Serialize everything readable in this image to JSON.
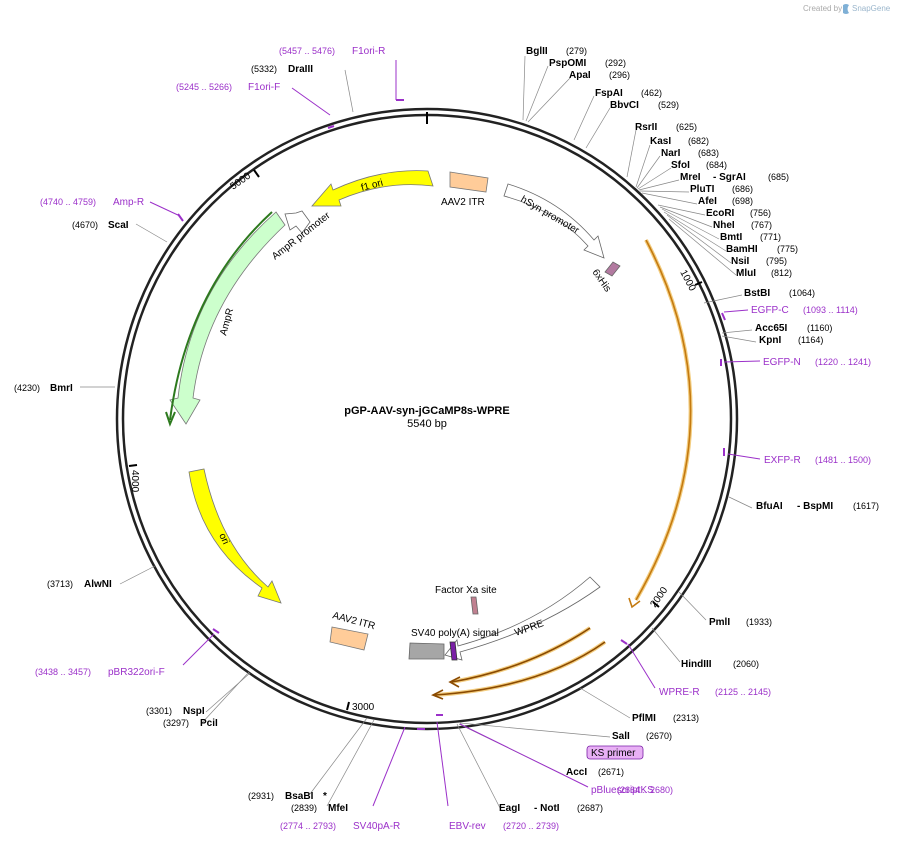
{
  "credit": {
    "created_by": "Created by",
    "brand": "SnapGene"
  },
  "map": {
    "name": "pGP-AAV-syn-jGCaMP8s-WPRE",
    "length_label": "5540 bp"
  },
  "ticks": [
    "1000",
    "2000",
    "3000",
    "4000",
    "5000"
  ],
  "colors": {
    "primer": "#9b30c9",
    "yellow_feature": "#ffff00",
    "green_feature": "#ccffcc",
    "itr": "#ffcc99",
    "polya": "#a6a6a6",
    "cds_highlight": "#f0c060"
  },
  "enzymes": [
    {
      "name": "BglII",
      "pos": "(279)"
    },
    {
      "name": "PspOMI",
      "pos": "(292)"
    },
    {
      "name": "ApaI",
      "pos": "(296)"
    },
    {
      "name": "FspAI",
      "pos": "(462)"
    },
    {
      "name": "BbvCI",
      "pos": "(529)"
    },
    {
      "name": "RsrII",
      "pos": "(625)"
    },
    {
      "name": "KasI",
      "pos": "(682)"
    },
    {
      "name": "NarI",
      "pos": "(683)"
    },
    {
      "name": "SfoI",
      "pos": "(684)"
    },
    {
      "name": "MreI",
      "name2": "- SgrAI",
      "pos": "(685)"
    },
    {
      "name": "PluTI",
      "pos": "(686)"
    },
    {
      "name": "AfeI",
      "pos": "(698)"
    },
    {
      "name": "EcoRI",
      "pos": "(756)"
    },
    {
      "name": "NheI",
      "pos": "(767)"
    },
    {
      "name": "BmtI",
      "pos": "(771)"
    },
    {
      "name": "BamHI",
      "pos": "(775)"
    },
    {
      "name": "NsiI",
      "pos": "(795)"
    },
    {
      "name": "MluI",
      "pos": "(812)"
    },
    {
      "name": "BstBI",
      "pos": "(1064)"
    },
    {
      "name": "Acc65I",
      "pos": "(1160)"
    },
    {
      "name": "KpnI",
      "pos": "(1164)"
    },
    {
      "name": "BfuAI",
      "name2": "- BspMI",
      "pos": "(1617)"
    },
    {
      "name": "PmlI",
      "pos": "(1933)"
    },
    {
      "name": "HindIII",
      "pos": "(2060)"
    },
    {
      "name": "PflMI",
      "pos": "(2313)"
    },
    {
      "name": "SalI",
      "pos": "(2670)"
    },
    {
      "name": "AccI",
      "pos": "(2671)"
    },
    {
      "name": "EagI",
      "name2": "- NotI",
      "pos": "(2687)"
    },
    {
      "name": "MfeI",
      "pos": "(2839)"
    },
    {
      "name": "BsaBI",
      "name2": "*",
      "pos": "(2931)"
    },
    {
      "name": "PciI",
      "pos": "(3297)"
    },
    {
      "name": "NspI",
      "pos": "(3301)"
    },
    {
      "name": "AlwNI",
      "pos": "(3713)"
    },
    {
      "name": "BmrI",
      "pos": "(4230)"
    },
    {
      "name": "ScaI",
      "pos": "(4670)"
    },
    {
      "name": "DraIII",
      "pos": "(5332)"
    }
  ],
  "primers": [
    {
      "name": "F1ori-R",
      "pos": "(5457 .. 5476)"
    },
    {
      "name": "F1ori-F",
      "pos": "(5245 .. 5266)"
    },
    {
      "name": "Amp-R",
      "pos": "(4740 .. 4759)"
    },
    {
      "name": "EGFP-C",
      "pos": "(1093 .. 1114)"
    },
    {
      "name": "EGFP-N",
      "pos": "(1220 .. 1241)"
    },
    {
      "name": "EXFP-R",
      "pos": "(1481 .. 1500)"
    },
    {
      "name": "WPRE-R",
      "pos": "(2125 .. 2145)"
    },
    {
      "name": "pBluescriptKS",
      "pos": "(2664 .. 2680)"
    },
    {
      "name": "EBV-rev",
      "pos": "(2720 .. 2739)"
    },
    {
      "name": "SV40pA-R",
      "pos": "(2774 .. 2793)"
    },
    {
      "name": "pBR322ori-F",
      "pos": "(3438 .. 3457)"
    }
  ],
  "ks_primer": "KS primer",
  "features": {
    "f1_ori": "f1 ori",
    "ampr_promoter": "AmpR promoter",
    "ampr": "AmpR",
    "ori": "ori",
    "aav2_itr_top": "AAV2 ITR",
    "aav2_itr_bottom": "AAV2 ITR",
    "hsyn_promoter": "hSyn promoter",
    "six_his": "6xHis",
    "factor_xa": "Factor Xa site",
    "sv40_polya": "SV40 poly(A) signal",
    "wpre": "WPRE"
  }
}
